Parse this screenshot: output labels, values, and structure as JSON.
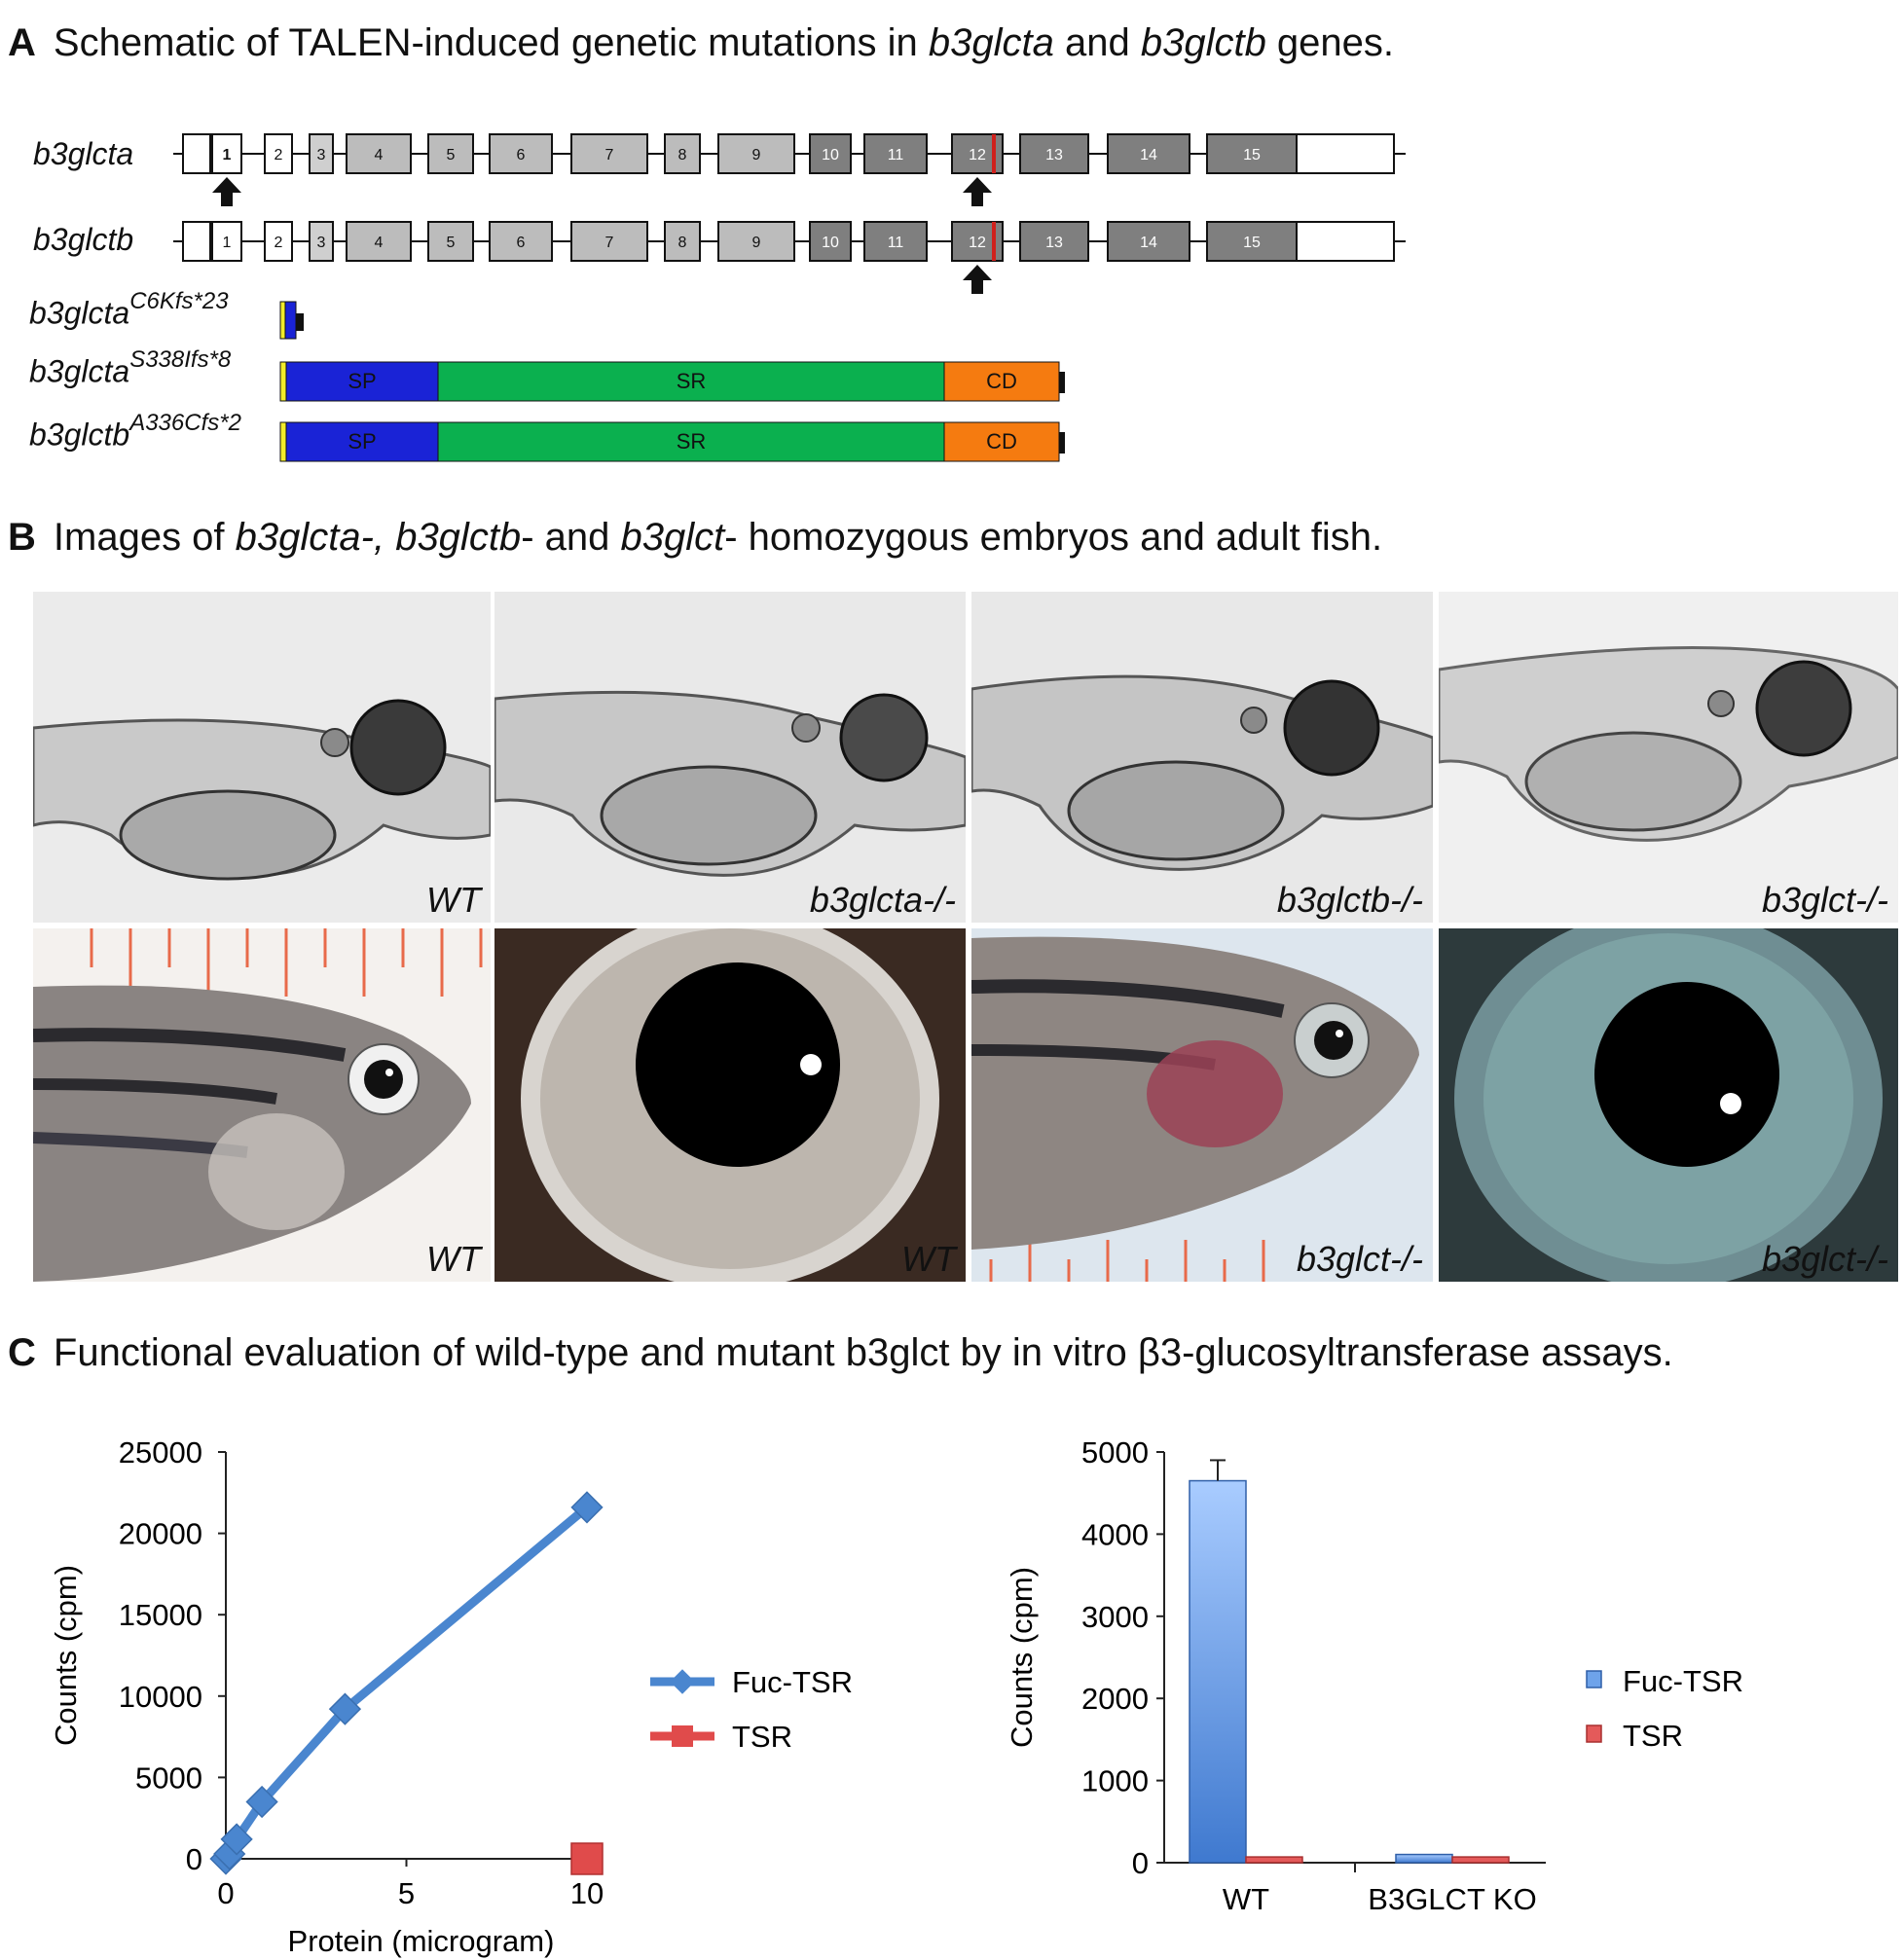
{
  "panelA": {
    "letter": "A",
    "title_pre": "Schematic of TALEN-induced genetic mutations in ",
    "title_gene1": "b3glcta",
    "title_mid": " and ",
    "title_gene2": "b3glctb",
    "title_post": " genes.",
    "genes": [
      {
        "name": "b3glcta",
        "exons": [
          "1",
          "2",
          "3",
          "4",
          "5",
          "6",
          "7",
          "8",
          "9",
          "10",
          "11",
          "12",
          "13",
          "14",
          "15"
        ]
      },
      {
        "name": "b3glctb",
        "exons": [
          "1",
          "2",
          "3",
          "4",
          "5",
          "6",
          "7",
          "8",
          "9",
          "10",
          "11",
          "12",
          "13",
          "14",
          "15"
        ]
      }
    ],
    "alleles": [
      {
        "base": "b3glcta",
        "sup": "C6Kfs*23"
      },
      {
        "base": "b3glcta",
        "sup": "S338Ifs*8",
        "domains": [
          "SP",
          "SR",
          "CD"
        ]
      },
      {
        "base": "b3glctb",
        "sup": "A336Cfs*2",
        "domains": [
          "SP",
          "SR",
          "CD"
        ]
      }
    ],
    "colors": {
      "signal": "#f2ec2a",
      "sp": "#1a23d6",
      "sr": "#0bb04f",
      "cd": "#f57b10",
      "mutation": "#d0201c"
    }
  },
  "panelB": {
    "letter": "B",
    "title_pre": "Images of ",
    "title_g1": "b3glcta-,",
    "title_g2": " b3glctb",
    "title_mid": "- and ",
    "title_g3": "b3glct",
    "title_post": "- homozygous embryos and adult fish.",
    "embryos": [
      "WT",
      "b3glcta-/-",
      "b3glctb-/-",
      "b3glct-/-"
    ],
    "adults": [
      "WT",
      "WT",
      "b3glct-/-",
      "b3glct-/-"
    ]
  },
  "panelC": {
    "letter": "C",
    "title": "Functional evaluation of wild-type and mutant b3glct by in vitro β3-glucosyltransferase assays."
  },
  "chart_data": [
    {
      "type": "line",
      "xlabel": "Protein (microgram)",
      "ylabel": "Counts (cpm)",
      "xlim": [
        0,
        10
      ],
      "ylim": [
        0,
        25000
      ],
      "xticks": [
        "0",
        "5",
        "10"
      ],
      "yticks": [
        "25000",
        "20000",
        "15000",
        "10000",
        "5000",
        "0"
      ],
      "series": [
        {
          "name": "Fuc-TSR",
          "x": [
            0,
            0.1,
            0.3,
            1,
            3.3,
            10
          ],
          "values": [
            0,
            300,
            1200,
            3500,
            9200,
            21600
          ],
          "color": "#4a86cf"
        },
        {
          "name": "TSR",
          "x": [
            10
          ],
          "values": [
            0
          ],
          "color": "#e04b4b"
        }
      ],
      "legend": "right"
    },
    {
      "type": "bar",
      "ylabel": "Counts (cpm)",
      "categories": [
        "WT",
        "B3GLCT KO"
      ],
      "ylim": [
        0,
        5000
      ],
      "yticks": [
        "5000",
        "4000",
        "3000",
        "2000",
        "1000",
        "0"
      ],
      "series": [
        {
          "name": "Fuc-TSR",
          "values": [
            4650,
            100
          ],
          "error": [
            250,
            0
          ],
          "color": "#6ea3ea"
        },
        {
          "name": "TSR",
          "values": [
            70,
            70
          ],
          "color": "#e45a5a"
        }
      ],
      "legend": "right"
    }
  ]
}
